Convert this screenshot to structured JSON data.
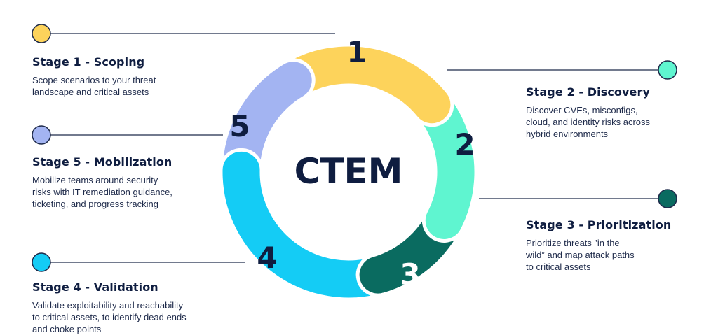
{
  "center_label": "CTEM",
  "stages": [
    {
      "number": "1",
      "title": "Stage 1 - Scoping",
      "description": [
        "Scope scenarios to your threat",
        "landscape and critical assets"
      ],
      "color": "#fdd35b"
    },
    {
      "number": "2",
      "title": "Stage 2 - Discovery",
      "description": [
        "Discover CVEs, misconfigs,",
        "cloud, and identity risks across",
        "hybrid environments"
      ],
      "color": "#5ff5d0"
    },
    {
      "number": "3",
      "title": "Stage 3 - Prioritization",
      "description": [
        "Prioritize threats ”in the",
        "wild” and map attack paths",
        "to critical assets"
      ],
      "color": "#0a6b60"
    },
    {
      "number": "4",
      "title": "Stage 4 - Validation",
      "description": [
        "Validate exploitability and reachability",
        "to critical assets, to identify dead ends",
        "and choke points"
      ],
      "color": "#14ccf5"
    },
    {
      "number": "5",
      "title": "Stage 5 - Mobilization",
      "description": [
        "Mobilize teams around security",
        "risks with IT remediation guidance,",
        "ticketing, and progress tracking"
      ],
      "color": "#a3b4f2"
    }
  ],
  "colors": {
    "text": "#0f1d40",
    "connector": "#1e2a4a"
  }
}
